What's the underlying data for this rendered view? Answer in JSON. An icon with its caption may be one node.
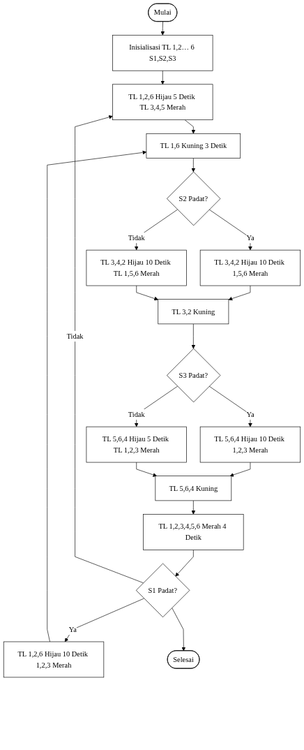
{
  "diagram": {
    "nodes": [
      {
        "text": [
          "Mulai"
        ]
      },
      {
        "text": [
          "Inisialisasi TL 1,2… 6 S1,S2,S3"
        ]
      },
      {
        "text": [
          "TL 1,2,6 Hijau 5 Detik TL 3,4,5 Merah"
        ]
      },
      {
        "text": [
          "TL 1,6 Kuning 3 Detik"
        ]
      },
      {
        "text": [
          "S2 Padat?"
        ]
      },
      {
        "text": [
          "TL 3,4,2 Hijau 10 Detik 1,5,6 Merah"
        ]
      },
      {
        "text": [
          "TL 3,4,2 Hijau 10 Detik TL 1,5,6 Merah"
        ]
      },
      {
        "text": [
          "TL 3,2 Kuning"
        ]
      },
      {
        "text": [
          "S3 Padat?"
        ]
      },
      {
        "text": [
          "TL 5,6,4 Hijau 10 Detik 1,2,3 Merah"
        ]
      },
      {
        "text": [
          "TL 5,6,4 Hijau 5 Detik TL 1,2,3 Merah"
        ]
      },
      {
        "text": [
          "TL 5,6,4 Kuning"
        ]
      },
      {
        "text": [
          "TL 1,2,3,4,5,6 Merah 4 Detik"
        ]
      },
      {
        "text": [
          "S1 Padat?"
        ]
      },
      {
        "text": [
          "TL 1,2,6 Hijau 10 Detik 1,2,3 Merah"
        ]
      },
      {
        "text": [
          "Selesai"
        ]
      }
    ],
    "edges": [
      {
        "from": 0,
        "to": 1,
        "arrow": "to"
      },
      {
        "from": 1,
        "to": 2,
        "arrow": "to"
      },
      {
        "from": 2,
        "to": 3,
        "arrow": "to"
      },
      {
        "from": 3,
        "to": 4,
        "arrow": "to"
      },
      {
        "from": 4,
        "to": 5,
        "arrow": "to",
        "label": "Ya"
      },
      {
        "from": 4,
        "to": 6,
        "arrow": "to",
        "label": "Tidak"
      },
      {
        "from": 5,
        "to": 7,
        "arrow": "to"
      },
      {
        "from": 6,
        "to": 7,
        "arrow": "to"
      },
      {
        "from": 7,
        "to": 8,
        "arrow": "to"
      },
      {
        "from": 8,
        "to": 9,
        "arrow": "to",
        "label": "Ya"
      },
      {
        "from": 8,
        "to": 10,
        "arrow": "to",
        "label": "Tidak"
      },
      {
        "from": 9,
        "to": 11,
        "arrow": "to"
      },
      {
        "from": 10,
        "to": 11,
        "arrow": "to"
      },
      {
        "from": 11,
        "to": 12,
        "arrow": "to"
      },
      {
        "from": 12,
        "to": 13,
        "arrow": "to"
      },
      {
        "from": 13,
        "to": 14,
        "arrow": "to",
        "label": "Ya"
      },
      {
        "from": 13,
        "to": 2,
        "arrow": "to",
        "label": "Tidak"
      },
      {
        "from": 14,
        "to": 3,
        "arrow": "to"
      },
      {
        "from": 13,
        "to": 15,
        "arrow": "to"
      }
    ]
  }
}
